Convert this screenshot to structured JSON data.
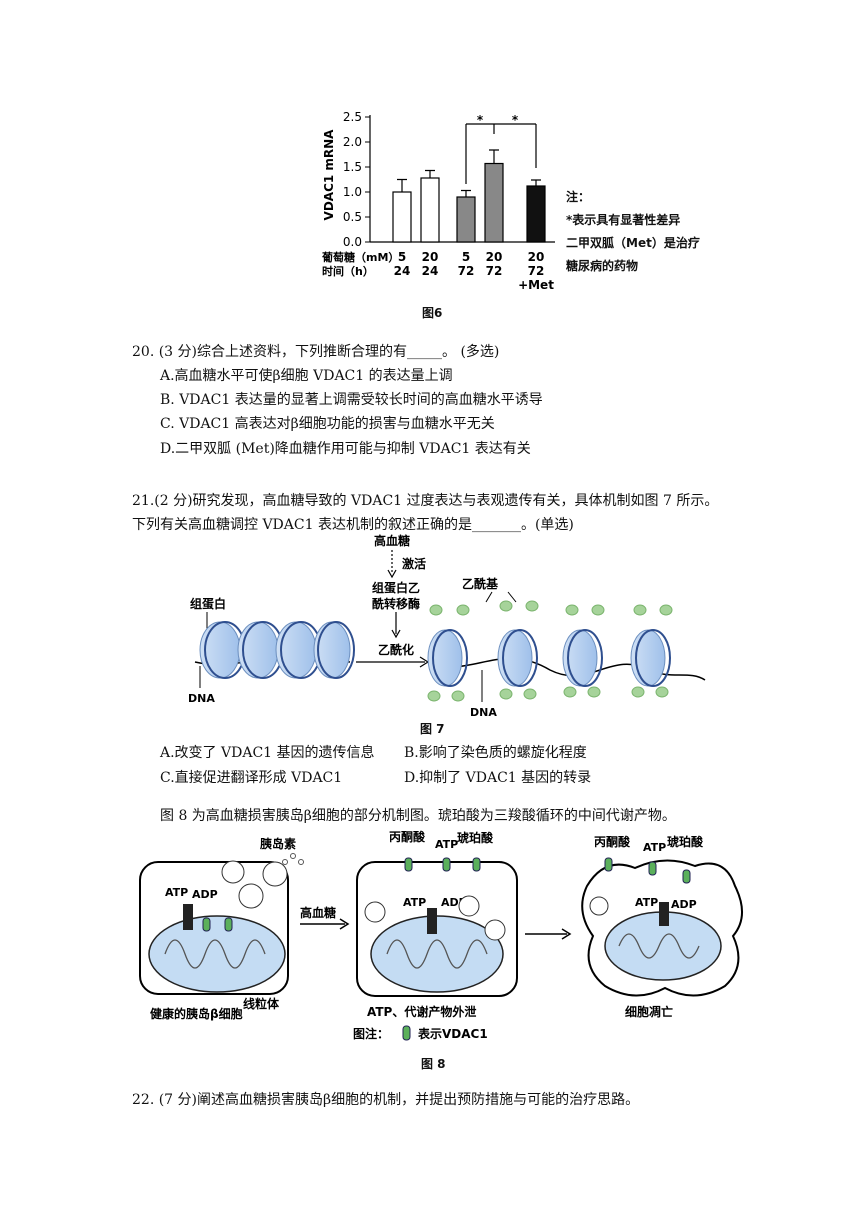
{
  "fig6": {
    "caption": "图6",
    "chart_data": {
      "type": "bar",
      "ylabel": "VDAC1 mRNA",
      "ylim": [
        0,
        2.5
      ],
      "yticks": [
        "0.0",
        "0.5",
        "1.0",
        "1.5",
        "2.0",
        "2.5"
      ],
      "row_labels": {
        "glucose": "葡萄糖（mM）",
        "time": "时间（h）"
      },
      "categories": [
        {
          "glucose": "5",
          "time": "24",
          "extra": ""
        },
        {
          "glucose": "20",
          "time": "24",
          "extra": ""
        },
        {
          "glucose": "5",
          "time": "72",
          "extra": ""
        },
        {
          "glucose": "20",
          "time": "72",
          "extra": ""
        },
        {
          "glucose": "20",
          "time": "72",
          "extra": "+Met"
        }
      ],
      "values": [
        1.0,
        1.28,
        0.9,
        1.57,
        1.12
      ],
      "errors": [
        0.25,
        0.15,
        0.13,
        0.27,
        0.12
      ],
      "bar_colors": [
        "#ffffff",
        "#ffffff",
        "#888888",
        "#888888",
        "#111111"
      ],
      "significance": [
        "*",
        "*"
      ]
    },
    "note": {
      "title": "注：",
      "line1": "*表示具有显著性差异",
      "line2": "二甲双胍（Met）是治疗",
      "line3": "糖尿病的药物"
    }
  },
  "q20": {
    "stem": "20.   (3 分)综合上述资料，下列推断合理的有_____。 (多选)",
    "options": [
      "A.高血糖水平可使β细胞 VDAC1 的表达量上调",
      "B.  VDAC1 表达量的显著上调需受较长时间的高血糖水平诱导",
      "C.  VDAC1 高表达对β细胞功能的损害与血糖水平无关",
      "D.二甲双胍 (Met)降血糖作用可能与抑制 VDAC1 表达有关"
    ]
  },
  "q21": {
    "stem1": "21.(2 分)研究发现，高血糖导致的 VDAC1 过度表达与表观遗传有关，具体机制如图 7 所示。",
    "stem2": "下列有关高血糖调控 VDAC1 表达机制的叙述正确的是_______。(单选)",
    "options": [
      "A.改变了 VDAC1 基因的遗传信息",
      "B.影响了染色质的螺旋化程度",
      "C.直接促进翻译形成 VDAC1",
      "D.抑制了 VDAC1 基因的转录"
    ]
  },
  "fig7": {
    "caption": "图 7",
    "high_glucose": "高血糖",
    "activate": "激活",
    "enzyme_line1": "组蛋白乙",
    "enzyme_line2": "酰转移酶",
    "acetylation": "乙酰化",
    "histone": "组蛋白",
    "acetyl_group": "乙酰基",
    "dna_left": "DNA",
    "dna_right": "DNA"
  },
  "intro8": "图 8 为高血糖损害胰岛β细胞的部分机制图。琥珀酸为三羧酸循环的中间代谢产物。",
  "fig8": {
    "caption": "图 8",
    "insulin": "胰岛素",
    "atp": "ATP",
    "adp": "ADP",
    "mitochondria": "线粒体",
    "healthy": "健康的胰岛β细胞",
    "high_glucose": "高血糖",
    "pyruvate": "丙酮酸",
    "succinate": "琥珀酸",
    "leak": "ATP、代谢产物外泄",
    "apoptosis": "细胞凋亡",
    "legend_prefix": "图注：",
    "legend_text": "表示VDAC1"
  },
  "q22": {
    "stem": "22.   (7 分)阐述高血糖损害胰岛β细胞的机制，并提出预防措施与可能的治疗思路。"
  }
}
